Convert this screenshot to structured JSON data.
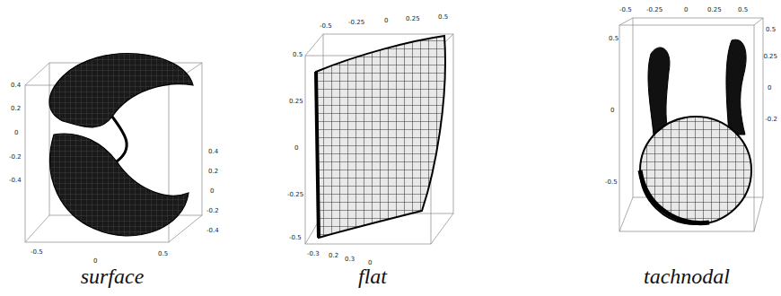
{
  "diagram": {
    "labels": [
      "0.4",
      "0.2",
      "0",
      "-0.2",
      "-0.4",
      "-0.5",
      "0",
      "0.5",
      "0.4",
      "0.2",
      "0",
      "-0.2",
      "-0.4",
      "-0.5",
      "-0.25",
      "0",
      "0.25",
      "0.5",
      "0.5",
      "0.25",
      "0",
      "-0.25",
      "-0.5",
      "-0.3",
      "0.2",
      "0.3",
      "0",
      "-0.5",
      "-0.25",
      "0",
      "0.25",
      "0.5",
      "0.5",
      "0",
      "-0.5",
      "0.5",
      "0.25",
      "0",
      "-0.2",
      "surface",
      "flat",
      "tachnodal"
    ]
  }
}
